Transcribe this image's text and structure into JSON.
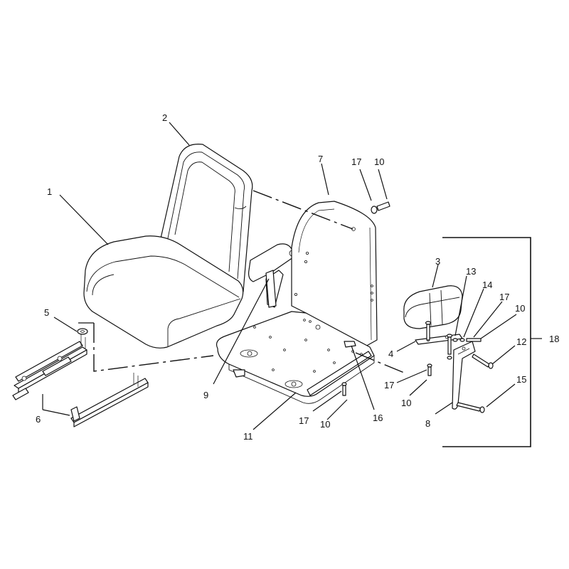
{
  "callouts": [
    {
      "id": "c1",
      "text": "1"
    },
    {
      "id": "c2",
      "text": "2"
    },
    {
      "id": "c3",
      "text": "3"
    },
    {
      "id": "c4",
      "text": "4"
    },
    {
      "id": "c5",
      "text": "5"
    },
    {
      "id": "c6",
      "text": "6"
    },
    {
      "id": "c7",
      "text": "7"
    },
    {
      "id": "c8",
      "text": "8"
    },
    {
      "id": "c9",
      "text": "9"
    },
    {
      "id": "c10a",
      "text": "10"
    },
    {
      "id": "c10b",
      "text": "10"
    },
    {
      "id": "c10c",
      "text": "10"
    },
    {
      "id": "c10d",
      "text": "10"
    },
    {
      "id": "c11",
      "text": "11"
    },
    {
      "id": "c12",
      "text": "12"
    },
    {
      "id": "c13",
      "text": "13"
    },
    {
      "id": "c14",
      "text": "14"
    },
    {
      "id": "c15",
      "text": "15"
    },
    {
      "id": "c16",
      "text": "16"
    },
    {
      "id": "c17a",
      "text": "17"
    },
    {
      "id": "c17b",
      "text": "17"
    },
    {
      "id": "c17c",
      "text": "17"
    },
    {
      "id": "c17d",
      "text": "17"
    },
    {
      "id": "c18",
      "text": "18"
    }
  ]
}
